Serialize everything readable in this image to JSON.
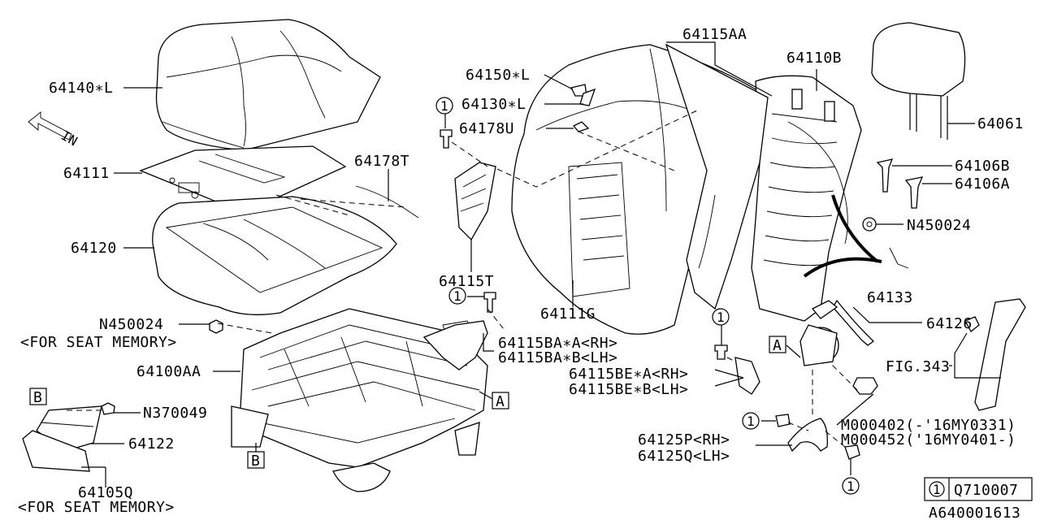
{
  "labels": {
    "p64140L": "64140∗L",
    "p64111": "64111",
    "p64178T": "64178T",
    "p64120": "64120",
    "n450024_a": "N450024",
    "seat_memory_a": "<FOR SEAT MEMORY>",
    "p64100AA": "64100AA",
    "n370049": "N370049",
    "p64122": "64122",
    "p64105Q": "64105Q",
    "seat_memory_b": "<FOR SEAT MEMORY>",
    "p64150L": "64150∗L",
    "p64130L": "64130∗L",
    "p64178U": "64178U",
    "p64115T": "64115T",
    "p64111G": "64111G",
    "p64115BA_A": "64115BA∗A<RH>",
    "p64115BA_B": "64115BA∗B<LH>",
    "p64115BE_A": "64115BE∗A<RH>",
    "p64115BE_B": "64115BE∗B<LH>",
    "p64115AA": "64115AA",
    "p64110B": "64110B",
    "p64061": "64061",
    "p64106B": "64106B",
    "p64106A": "64106A",
    "n450024_b": "N450024",
    "p64133": "64133",
    "p64126": "64126",
    "fig343": "FIG.343",
    "m000402": "M000402(-'16MY0331)",
    "m000452": "M000452('16MY0401-)",
    "p64125P": "64125P<RH>",
    "p64125Q": "64125Q<LH>",
    "direction_in": "IN"
  },
  "callouts": {
    "a": "A",
    "b": "B",
    "one": "1"
  },
  "legend": {
    "symbol": "1",
    "part": "Q710007"
  },
  "diagram_id": "A640001613"
}
